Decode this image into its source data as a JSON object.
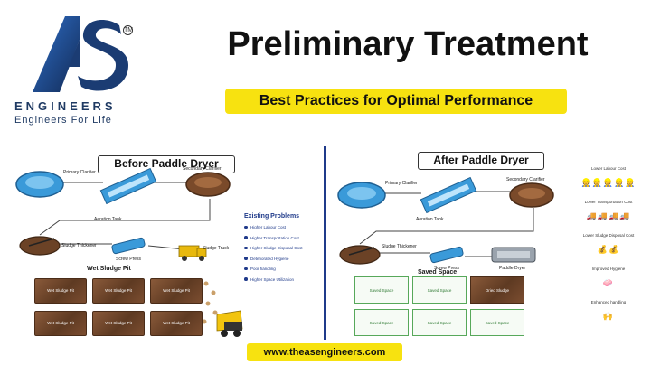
{
  "brand": {
    "name": "ENGINEERS",
    "tagline": "Engineers For Life",
    "trademark": "TM",
    "logo_letters": "AS"
  },
  "header": {
    "title": "Preliminary Treatment",
    "subtitle": "Best Practices for Optimal Performance"
  },
  "before": {
    "title": "Before Paddle Dryer",
    "labels": {
      "primary_clarifier": "Primary Clarifier",
      "aeration_tank": "Aeration Tank",
      "secondary_clarifier": "Secondary Clarifier",
      "sludge_thickener": "Sludge Thickener",
      "screw_press": "Screw Press",
      "sludge_truck": "Sludge Truck",
      "wet_sludge_pit": "Wet Sludge Pit"
    },
    "pits": [
      "Wet Sludge Pit",
      "Wet Sludge Pit",
      "Wet Sludge Pit",
      "Wet Sludge Pit",
      "Wet Sludge Pit",
      "Wet Sludge Pit"
    ],
    "problems_title": "Existing Problems",
    "problems": [
      "Higher Labour Cost",
      "Higher Transportation Cost",
      "Higher Sludge Disposal Cost",
      "Deteriorated Hygiene",
      "Poor handling",
      "Higher Space Utilization"
    ]
  },
  "after": {
    "title": "After Paddle Dryer",
    "labels": {
      "primary_clarifier": "Primary Clarifier",
      "aeration_tank": "Aeration Tank",
      "secondary_clarifier": "Secondary Clarifier",
      "sludge_thickener": "Sludge Thickener",
      "screw_press": "Screw Press",
      "paddle_dryer": "Paddle Dryer",
      "saved_space": "Saved Space"
    },
    "spaces": [
      "Saved Space",
      "Saved Space",
      "Dried Sludge",
      "Saved Space",
      "Saved Space",
      "Saved Space"
    ],
    "benefits": [
      {
        "label": "Lower Labour Cost",
        "icons": "👷👷👷👷👷"
      },
      {
        "label": "Lower Transportation Cost",
        "icons": "🚚🚚🚚🚚"
      },
      {
        "label": "Lower Sludge Disposal Cost",
        "icons": "💰💰"
      },
      {
        "label": "Improved Hygiene",
        "icons": "🧼"
      },
      {
        "label": "Enhanced handling",
        "icons": "🙌"
      }
    ]
  },
  "footer": {
    "url": "www.theasengineers.com"
  },
  "colors": {
    "accent_yellow": "#f7e210",
    "brand_blue": "#1f3a63",
    "divider_blue": "#1f3a8a",
    "water_blue": "#3a9ad9",
    "sludge_brown": "#6b4226"
  }
}
